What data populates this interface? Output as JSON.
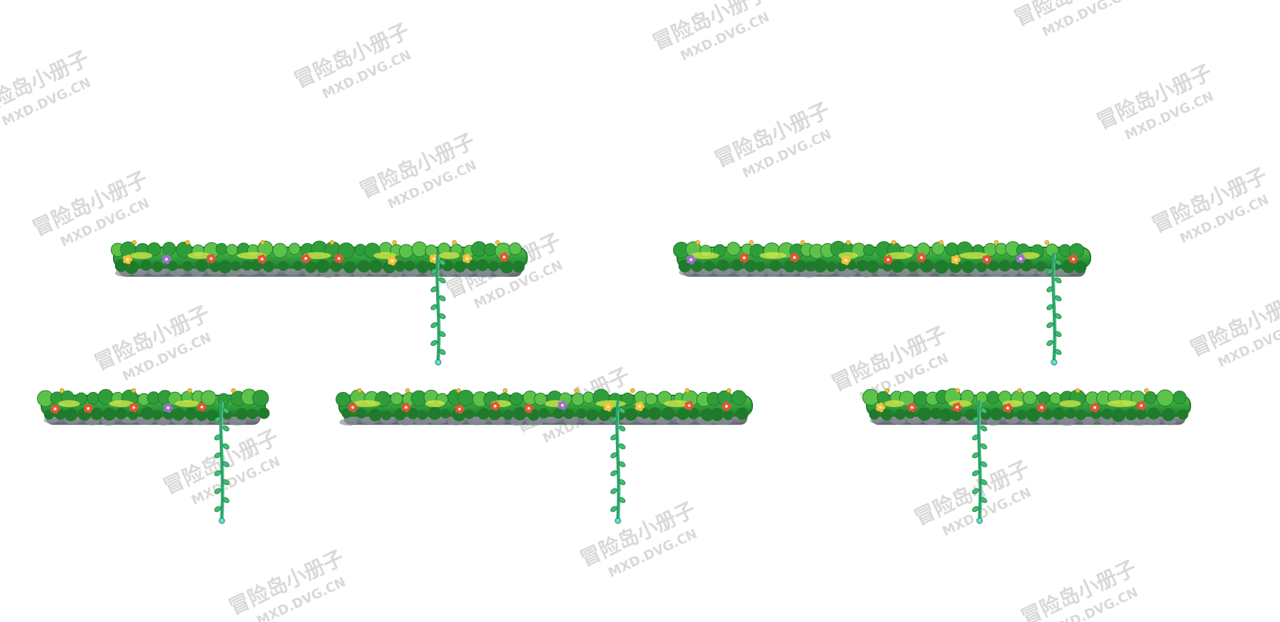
{
  "watermark": {
    "brand": "冒险岛小册子",
    "url": "MXD.DVG.CN",
    "color": "#d9d9d9"
  },
  "colors": {
    "background": "#ffffff",
    "grass_dark": "#1f7a2c",
    "grass_mid": "#2f9e3a",
    "grass_light": "#5cc24a",
    "grass_highlight": "#d9e84a",
    "rock": "#8a9196",
    "rock_dark": "#5f676c",
    "vine": "#2aa56b",
    "vine_leaf": "#3fbf6e",
    "flower_red": "#e0553a",
    "flower_purple": "#9b6fd0",
    "flower_yellow": "#f2c23a"
  },
  "platforms": [
    {
      "name": "platform-top-left",
      "has_vine": true
    },
    {
      "name": "platform-top-right",
      "has_vine": true
    },
    {
      "name": "platform-bottom-left",
      "has_vine": true
    },
    {
      "name": "platform-bottom-middle",
      "has_vine": true
    },
    {
      "name": "platform-bottom-right",
      "has_vine": true
    }
  ]
}
